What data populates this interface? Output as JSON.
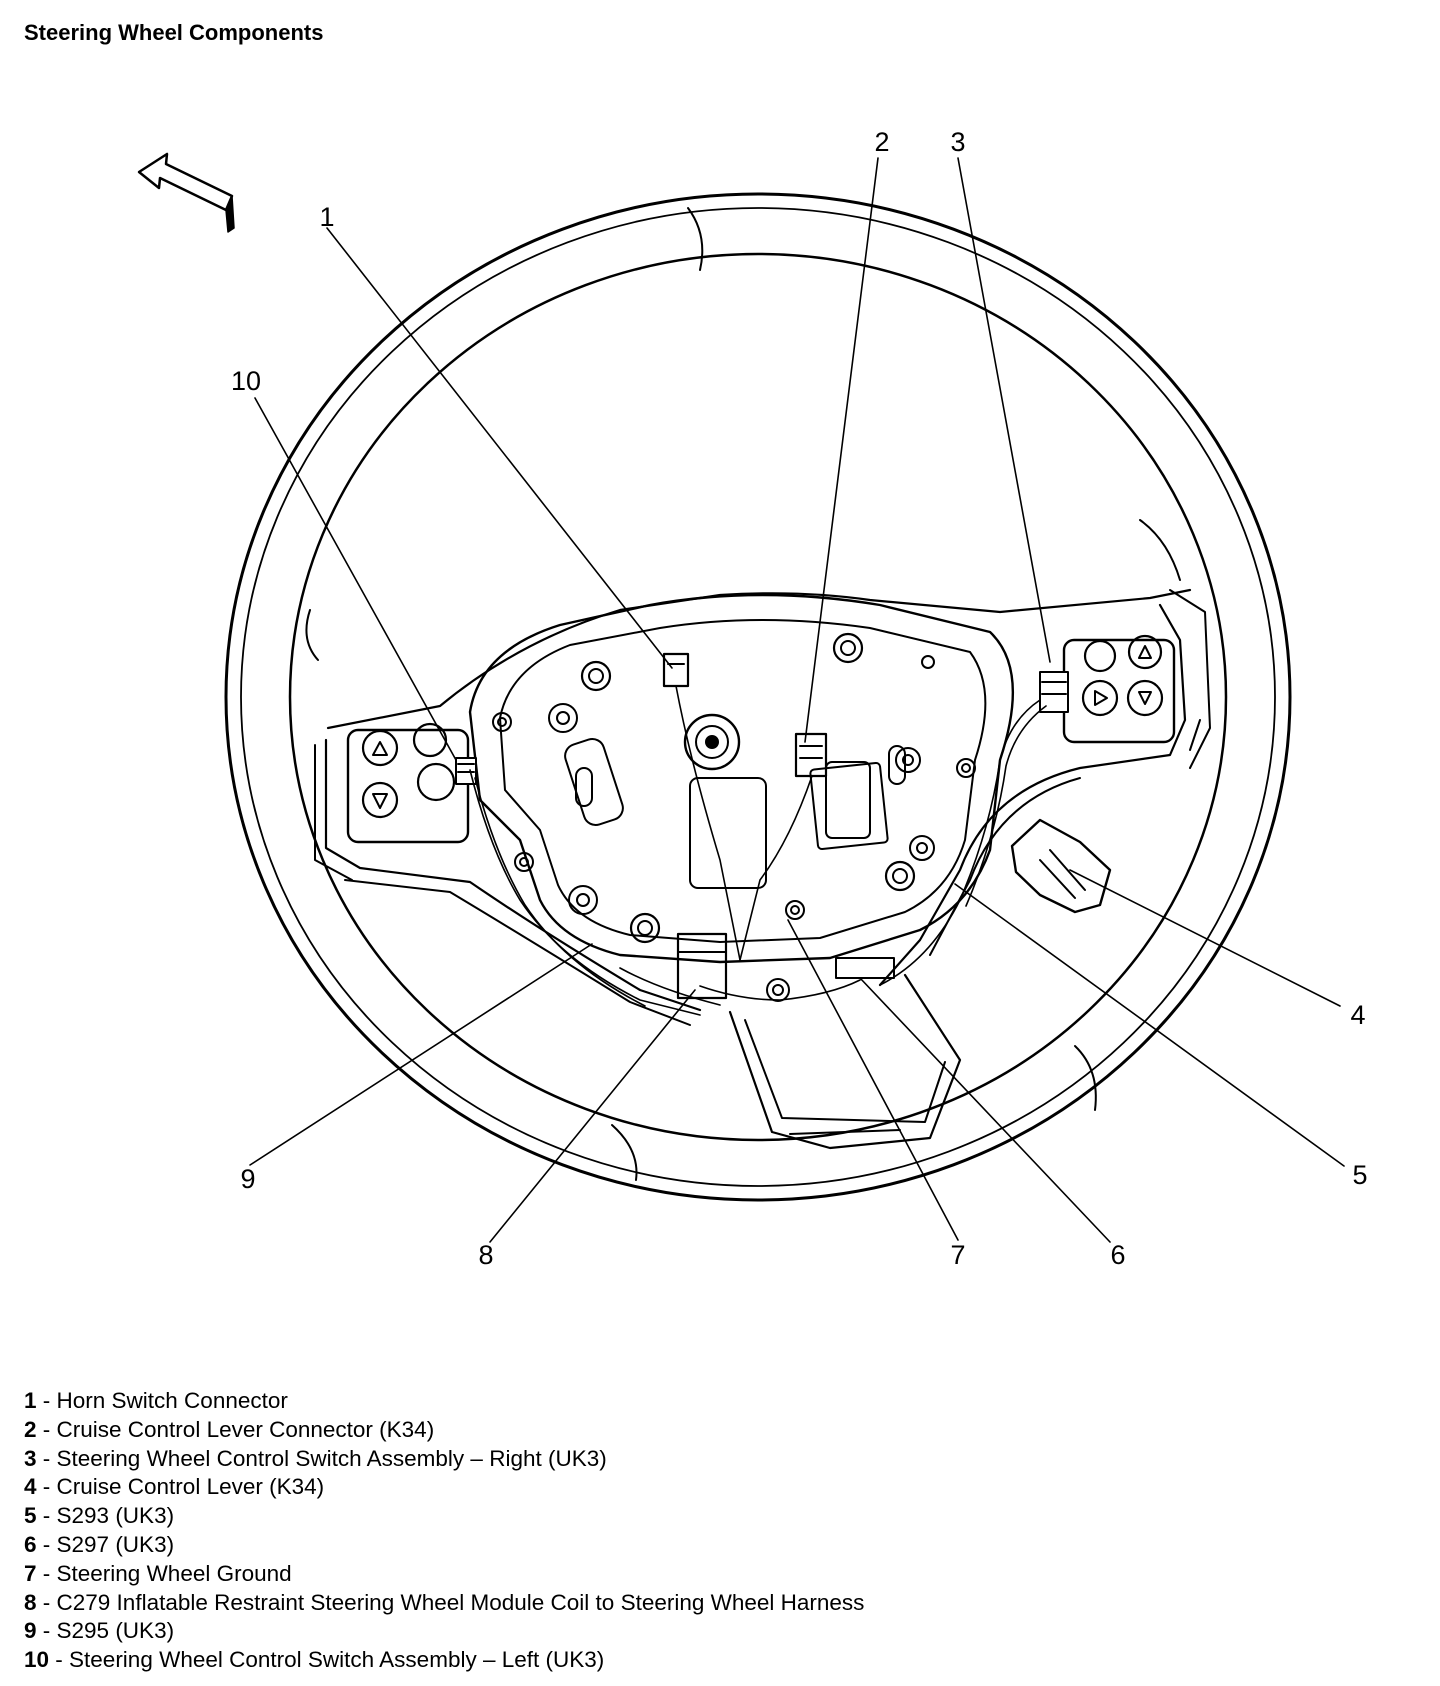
{
  "title": "Steering Wheel Components",
  "callouts": [
    {
      "num": "1",
      "label": "Horn Switch Connector"
    },
    {
      "num": "2",
      "label": "Cruise Control Lever Connector (K34)"
    },
    {
      "num": "3",
      "label": "Steering Wheel Control Switch Assembly – Right (UK3)"
    },
    {
      "num": "4",
      "label": "Cruise Control Lever (K34)"
    },
    {
      "num": "5",
      "label": "S293 (UK3)"
    },
    {
      "num": "6",
      "label": "S297 (UK3)"
    },
    {
      "num": "7",
      "label": "Steering Wheel Ground"
    },
    {
      "num": "8",
      "label": "C279 Inflatable Restraint Steering Wheel Module Coil to Steering Wheel Harness"
    },
    {
      "num": "9",
      "label": "S295 (UK3)"
    },
    {
      "num": "10",
      "label": "Steering Wheel Control Switch Assembly – Left (UK3)"
    }
  ],
  "separator": " - ",
  "icons": [
    "front-direction-arrow-icon"
  ]
}
